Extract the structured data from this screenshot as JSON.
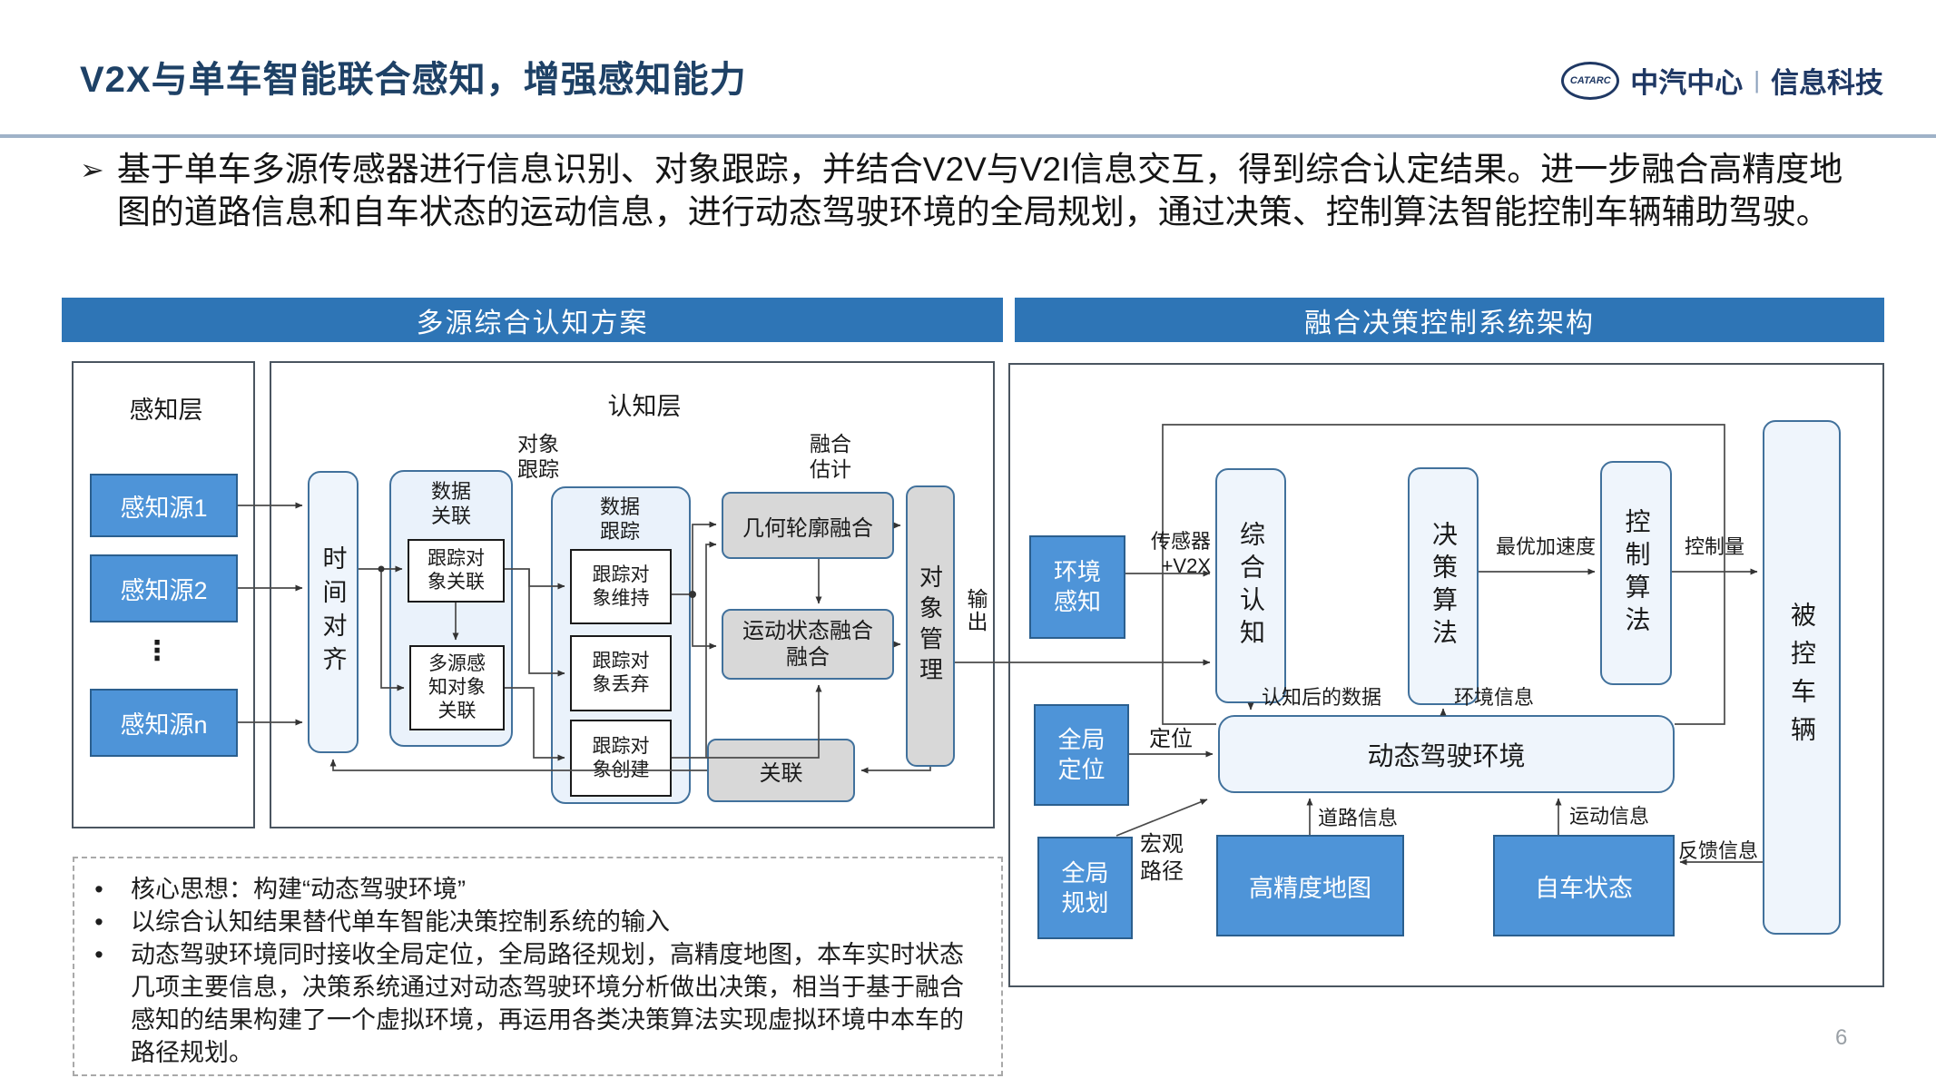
{
  "page": {
    "title": "V2X与单车智能联合感知，增强感知能力",
    "page_number": "6"
  },
  "logo": {
    "badge": "CATARC",
    "org": "中汽中心",
    "separator": "|",
    "unit": "信息科技"
  },
  "intro": {
    "marker": "➢",
    "text": "基于单车多源传感器进行信息识别、对象跟踪，并结合V2V与V2I信息交互，得到综合认定结果。进一步融合高精度地图的道路信息和自车状态的运动信息，进行动态驾驶环境的全局规划，通过决策、控制算法智能控制车辆辅助驾驶。"
  },
  "left_panel": {
    "header": "多源综合认知方案",
    "perception_label": "感知层",
    "cognition_label": "认知层",
    "source1": "感知源1",
    "source2": "感知源2",
    "source_n": "感知源n",
    "ellipsis": "⋮",
    "time_align": "时间对齐",
    "data_assoc_title": "数据\n关联",
    "track_obj_assoc": "跟踪对\n象关联",
    "multi_src_assoc": "多源感\n知对象\n关联",
    "obj_track_label": "对象\n跟踪",
    "data_track_title": "数据\n跟踪",
    "track_maintain": "跟踪对\n象维持",
    "track_discard": "跟踪对\n象丢弃",
    "track_create": "跟踪对\n象创建",
    "fusion_est_label": "融合\n估计",
    "geo_fusion": "几何轮廓融合",
    "motion_fusion": "运动状态融合\n融合",
    "obj_manage": "对象管理",
    "assoc": "关联",
    "output_label": "输出"
  },
  "right_panel": {
    "header": "融合决策控制系统架构",
    "env_sense": "环境\n感知",
    "sensor_v2x": "传感器\n+V2X",
    "comp_cognition": "综合认知",
    "decision_algo": "决策算法",
    "optimal_accel": "最优加速度",
    "control_algo": "控制算法",
    "control_qty": "控制量",
    "controlled_vehicle": "被控车辆",
    "cognized_data": "认知后的数据",
    "env_info": "环境信息",
    "dynamic_env": "动态驾驶环境",
    "global_loc": "全局\n定位",
    "loc_label": "定位",
    "global_plan": "全局\n规划",
    "macro_path": "宏观\n路径",
    "hd_map": "高精度地图",
    "road_info": "道路信息",
    "ego_state": "自车状态",
    "motion_info": "运动信息",
    "feedback_info": "反馈信息"
  },
  "notes": {
    "marker": "•",
    "bullets": [
      "核心思想：构建“动态驾驶环境”",
      "以综合认知结果替代单车智能决策控制系统的输入",
      "动态驾驶环境同时接收全局定位，全局路径规划，高精度地图，本车实时状态几项主要信息，决策系统通过对动态驾驶环境分析做出决策，相当于基于融合感知的结果构建了一个虚拟环境，再运用各类决策算法实现虚拟环境中本车的路径规划。"
    ]
  },
  "colors": {
    "header_blue": "#2E75B6",
    "node_blue": "#4E94D8",
    "node_light": "#EFF5FC",
    "node_gray": "#D8D8D8",
    "title_navy": "#1E4166"
  }
}
